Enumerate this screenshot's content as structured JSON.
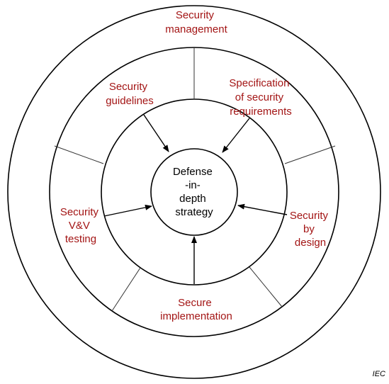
{
  "center": {
    "lines": [
      "Defense",
      "-in-",
      "depth",
      "strategy"
    ]
  },
  "management": {
    "lines": [
      "Security",
      "management"
    ]
  },
  "segments": [
    {
      "id": "guidelines",
      "lines": [
        "Security",
        "guidelines"
      ]
    },
    {
      "id": "specification",
      "lines": [
        "Specification",
        "of security",
        "requirements"
      ]
    },
    {
      "id": "design",
      "lines": [
        "Security",
        "by",
        "design"
      ]
    },
    {
      "id": "implementation",
      "lines": [
        "Secure",
        "implementation"
      ]
    },
    {
      "id": "testing",
      "lines": [
        "Security",
        "V&V",
        "testing"
      ]
    }
  ],
  "source_label": "IEC",
  "colors": {
    "label": "#a31515",
    "lines": "#000000"
  }
}
